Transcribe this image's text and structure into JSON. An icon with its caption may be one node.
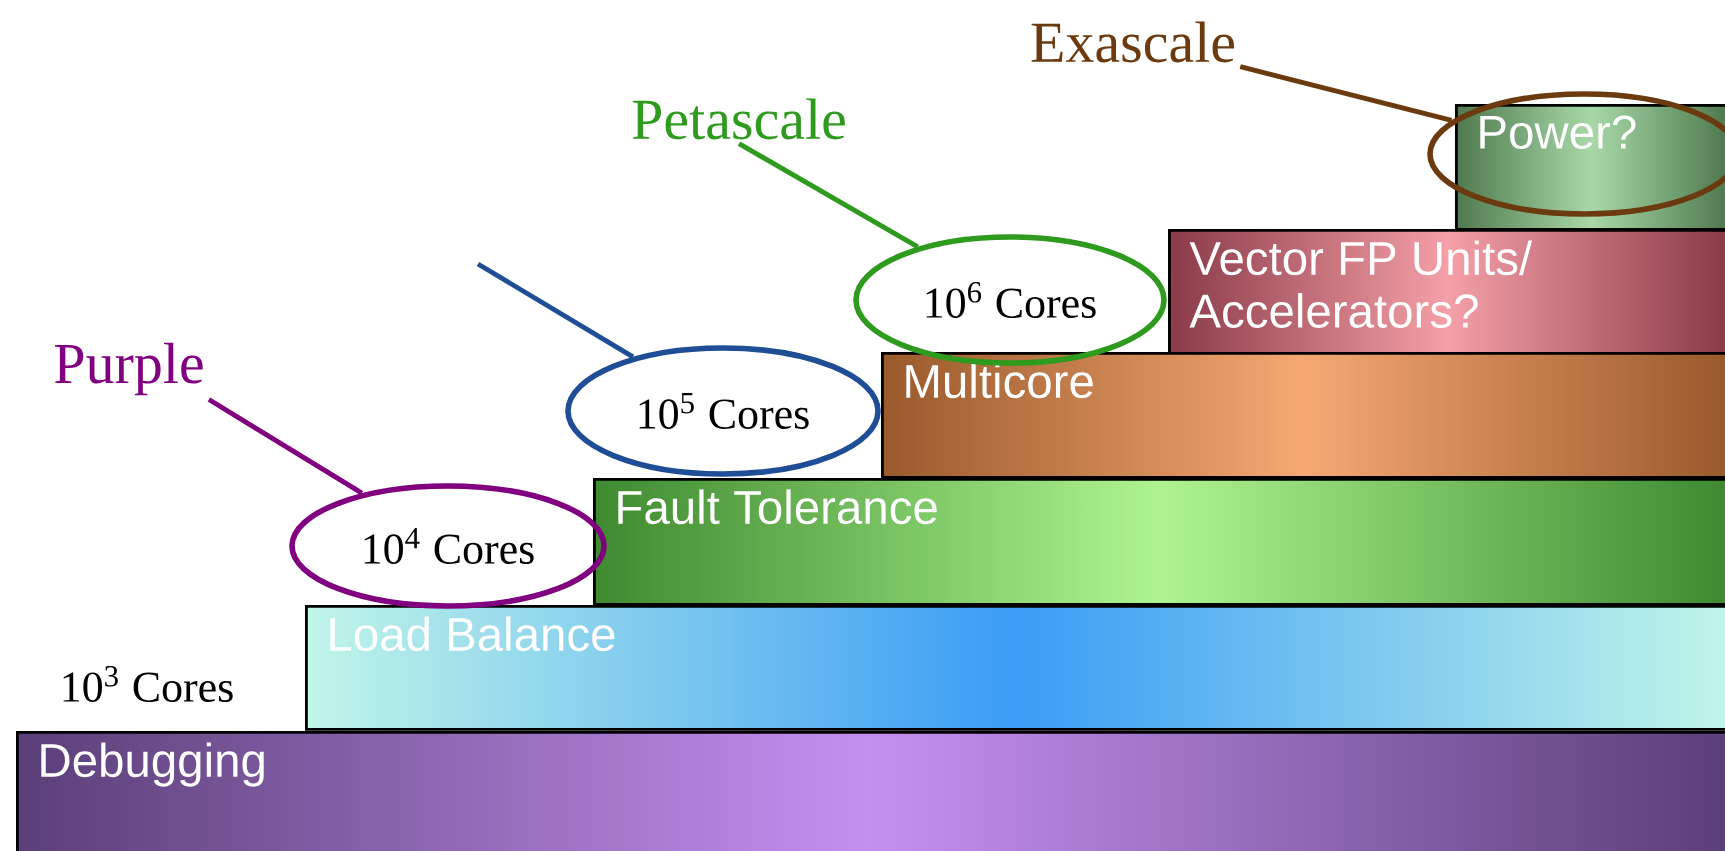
{
  "diagram": {
    "nodes": [
      {
        "text": [
          "Exascale"
        ]
      },
      {
        "text": [
          "Power?"
        ]
      },
      {
        "text": [],
        "shape": "ellipse"
      },
      {
        "text": [
          "Petascale"
        ]
      },
      {
        "text": [
          "10$^{6}$ Cores"
        ]
      },
      {
        "text": [
          "Vector FP Units/ Accelerators?"
        ]
      },
      {
        "text": [
          "Multicore"
        ]
      },
      {
        "text": [
          "10$^{5}$ Cores"
        ]
      },
      {
        "text": [
          "Purple"
        ]
      },
      {
        "text": [
          "10$^{4}$ Cores"
        ]
      },
      {
        "text": [
          "Fault Tolerance"
        ]
      },
      {
        "text": [
          "Load Balance"
        ]
      },
      {
        "text": [
          "Debugging"
        ]
      }
    ],
    "edges": [
      {
        "from": 0,
        "to": 2,
        "arrow": "none",
        "color": "#6b3a0e"
      },
      {
        "from": 3,
        "to": 4,
        "arrow": "none",
        "color": "#2e9a1e"
      },
      {
        "from": null,
        "to": 7,
        "arrow": "none",
        "color": "#1f4e96"
      },
      {
        "from": 8,
        "to": 9,
        "arrow": "none",
        "color": "#800080"
      }
    ],
    "labels": [
      "10$^{3}$ Cores"
    ]
  }
}
